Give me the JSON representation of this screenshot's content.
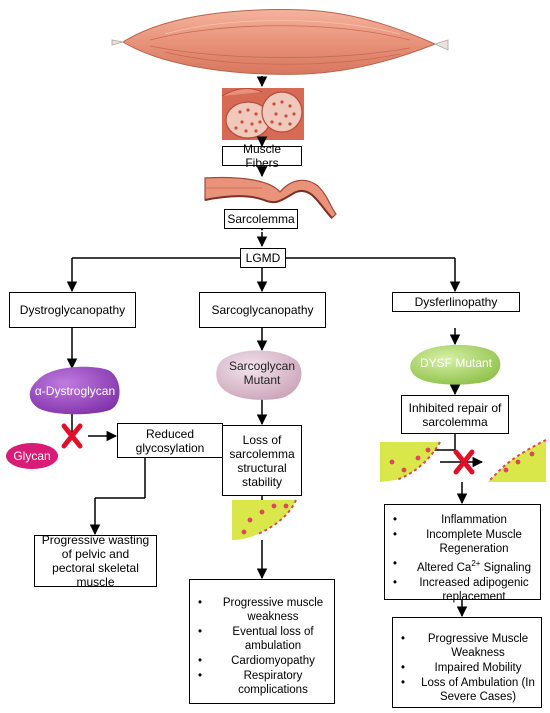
{
  "top": {
    "muscle_fibers": "Muscle Fibers",
    "sarcolemma": "Sarcolemma",
    "lgmd": "LGMD"
  },
  "left": {
    "title": "Dystroglycanopathy",
    "protein": "α-Dystroglycan",
    "glycan": "Glycan",
    "reduced": "Reduced glycosylation",
    "outcome": "Progressive wasting of pelvic and pectoral skeletal muscle"
  },
  "middle": {
    "title": "Sarcoglycanopathy",
    "protein_line1": "Sarcoglycan",
    "protein_line2": "Mutant",
    "loss": "Loss of sarcolemma structural stability",
    "outcomes": [
      "Progressive muscle weakness",
      "Eventual loss of ambulation",
      "Cardiomyopathy",
      "Respiratory complications"
    ]
  },
  "right": {
    "title": "Dysferlinopathy",
    "protein": "DYSF Mutant",
    "inhibited": "Inhibited repair of sarcolemma",
    "effects": {
      "inflammation": "Inflammation",
      "regeneration": "Incomplete Muscle Regeneration",
      "altered_prefix": "Altered Ca",
      "altered_sup": "2+",
      "altered_suffix": " Signaling",
      "adipogenic": "Increased adipogenic replacement"
    },
    "outcomes": [
      "Progressive Muscle Weakness",
      "Impaired Mobility",
      "Loss of Ambulation (In Severe Cases)"
    ]
  },
  "colors": {
    "muscle": "#e8937a",
    "fiber_section": "#c8523e",
    "alpha_dystroglycan": "#8e3fb8",
    "glycan": "#d81b76",
    "sarcoglycan": "#d7b7c8",
    "dysf": "#9acb52",
    "membrane_green": "#d9e74a",
    "membrane_bead": "#d8495a",
    "cross": "#e0102a"
  }
}
